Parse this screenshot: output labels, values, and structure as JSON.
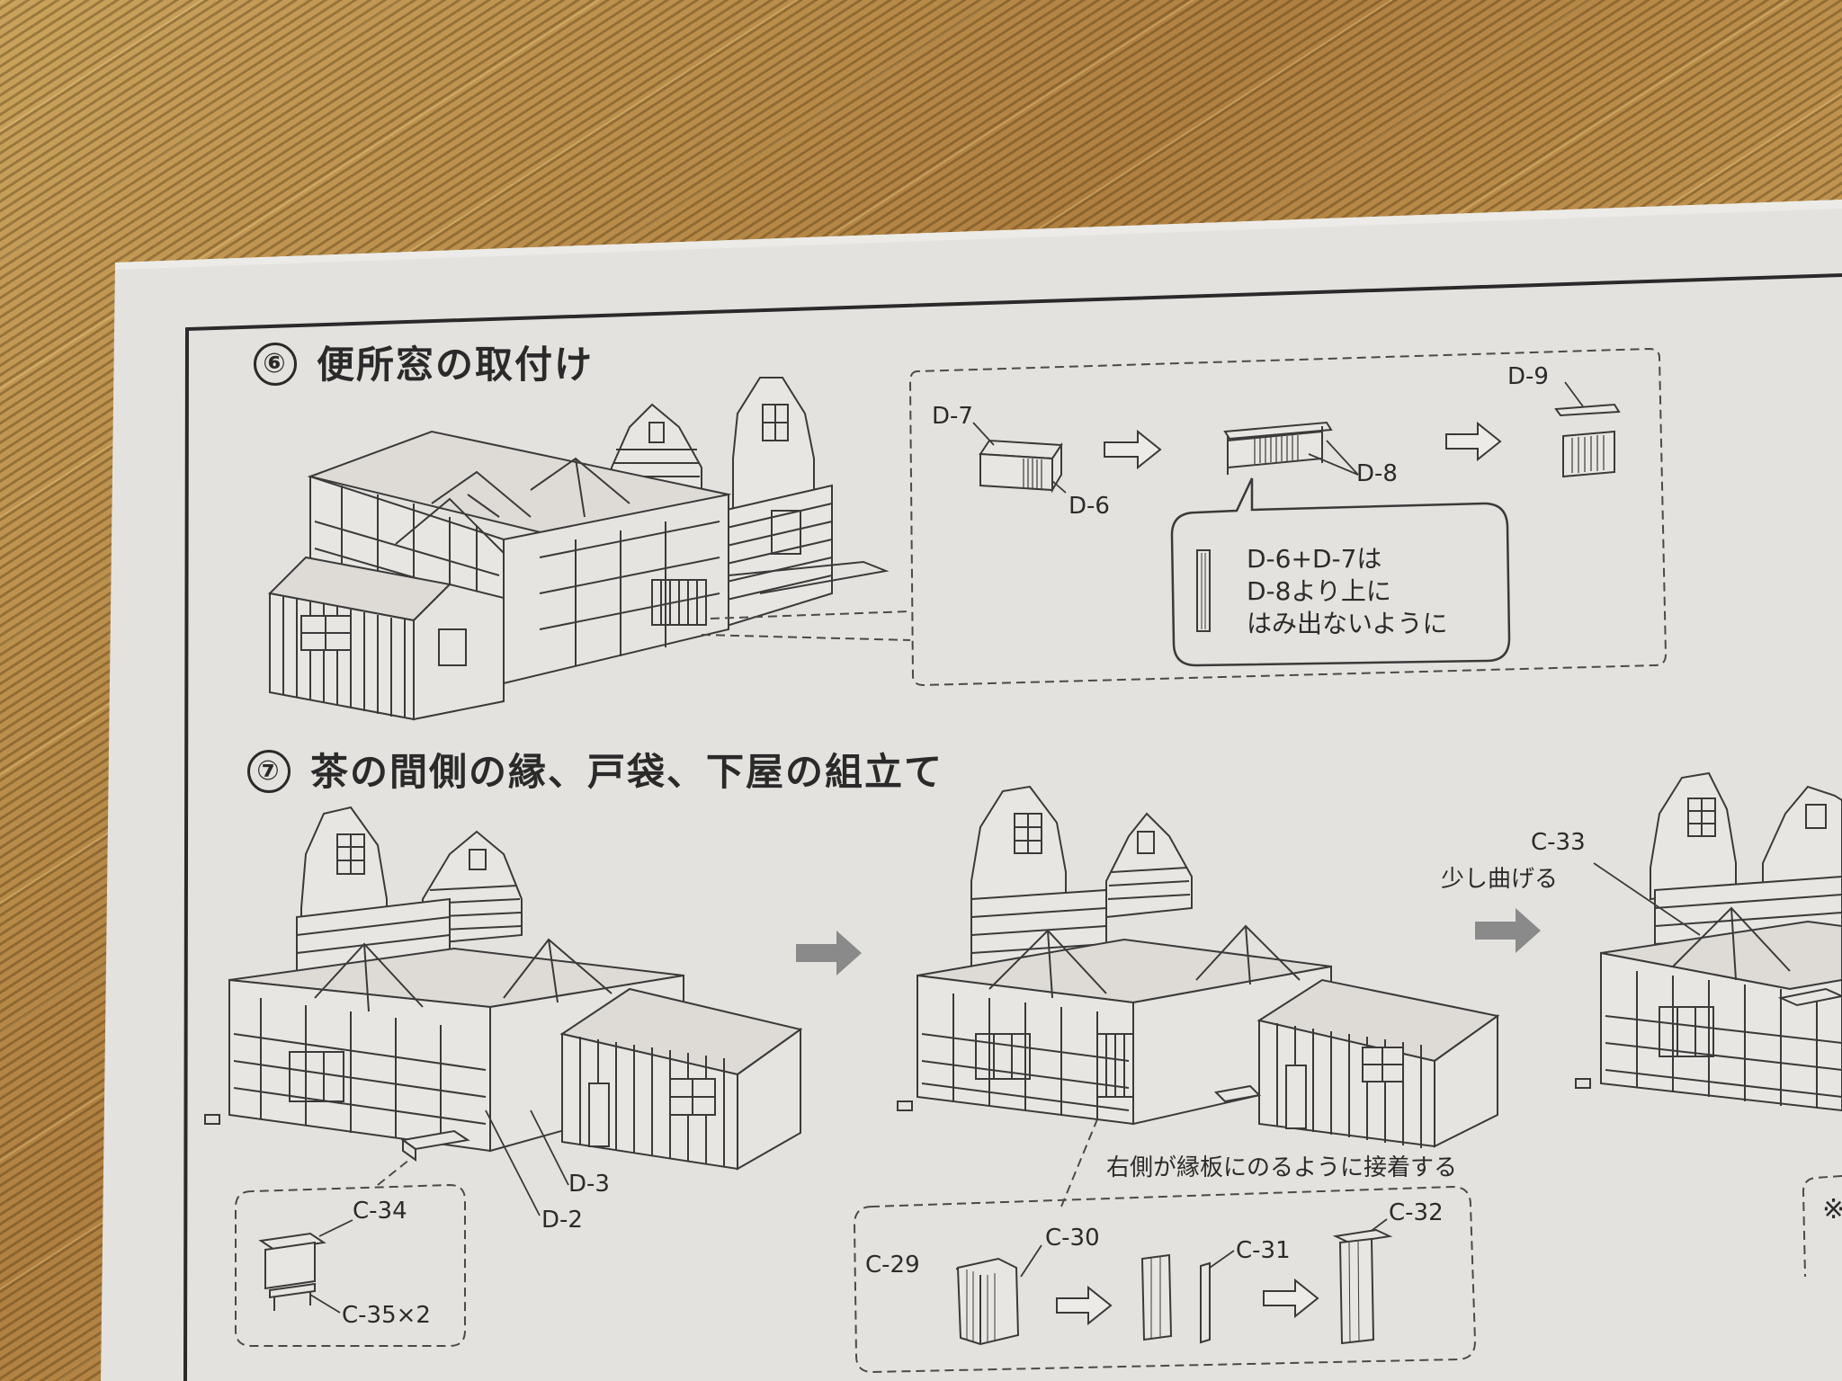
{
  "step6": {
    "number": "⑥",
    "title": "便所窓の取付け",
    "labels": {
      "d7": "D-7",
      "d6": "D-6",
      "d8": "D-8",
      "d9": "D-9"
    },
    "bubble_lines": [
      "D-6+D-7は",
      "D-8より上に",
      "はみ出ないように"
    ]
  },
  "step7": {
    "number": "⑦",
    "title": "茶の間側の縁、戸袋、下屋の組立て",
    "labels": {
      "d3": "D-3",
      "d2": "D-2",
      "c34": "C-34",
      "c35": "C-35×2",
      "c29": "C-29",
      "c30": "C-30",
      "c31": "C-31",
      "c32": "C-32",
      "c33": "C-33"
    },
    "notes": {
      "bend": "少し曲げる",
      "attach": "右側が縁板にのるように接着する"
    },
    "cut_mark": "※"
  },
  "colors": {
    "paper": "#e4e2de",
    "ink": "#2b2b2b",
    "arrow_fill": "#8a8a8a",
    "tatami": "#b98f4c"
  }
}
